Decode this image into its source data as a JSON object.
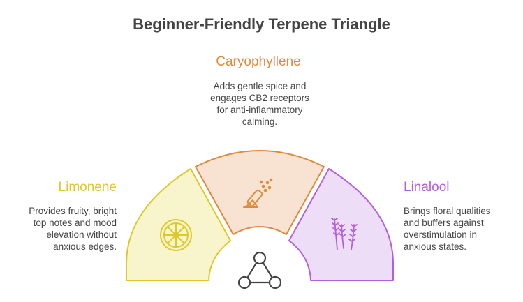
{
  "title": "Beginner-Friendly Terpene Triangle",
  "colors": {
    "top_stroke": "#E08A3C",
    "top_fill": "#F8E3D3",
    "left_stroke": "#DEC92A",
    "left_fill": "#F8F5CC",
    "right_stroke": "#B45FE0",
    "right_fill": "#EDDDF6",
    "hub": "#444444",
    "heading_top": "#E08A3C",
    "heading_left": "#DEC92A",
    "heading_right": "#B45FE0"
  },
  "segments": {
    "top": {
      "heading": "Caryophyllene",
      "lines": [
        "Adds gentle spice and",
        "engages CB2 receptors",
        "for anti-inflammatory",
        "calming."
      ],
      "icon": "pepper-grinder-icon"
    },
    "left": {
      "heading": "Limonene",
      "lines": [
        "Provides fruity, bright",
        "top notes and mood",
        "elevation without",
        "anxious edges."
      ],
      "icon": "citrus-slice-icon"
    },
    "right": {
      "heading": "Linalool",
      "lines": [
        "Brings floral qualities",
        "and buffers against",
        "overstimulation in",
        "anxious states."
      ],
      "icon": "lavender-icon"
    }
  },
  "center_icon": "network-hub-icon"
}
